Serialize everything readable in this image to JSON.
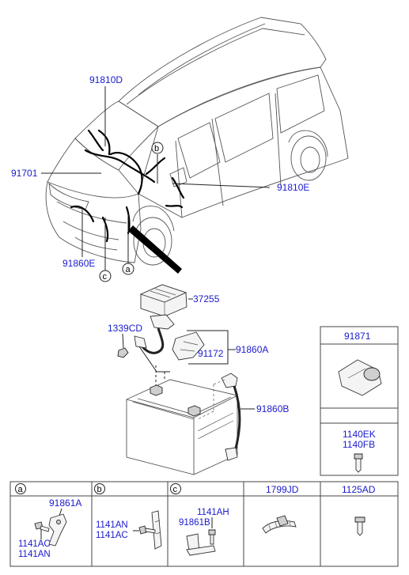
{
  "car_labels": {
    "harness_top": "91810D",
    "harness_main": "91701",
    "harness_door": "91810E",
    "harness_front": "91860E"
  },
  "battery_labels": {
    "relay_box": "37255",
    "grommet": "1339CD",
    "positive_clip": "91172",
    "positive_cable": "91860A",
    "negative_cable": "91860B"
  },
  "callouts": {
    "a": "a",
    "b": "b",
    "c": "c"
  },
  "side_table": {
    "top_header": "91871",
    "bolt_label_1": "1140EK",
    "bolt_label_2": "1140FB"
  },
  "bottom_table": {
    "col_a": {
      "header": "a",
      "part": "91861A",
      "bolt_1": "1141AC",
      "bolt_2": "1141AN"
    },
    "col_b": {
      "header": "b",
      "bolt_1": "1141AN",
      "bolt_2": "1141AC"
    },
    "col_c": {
      "header": "c",
      "bolt": "1141AH",
      "part": "91861B"
    },
    "col_d": {
      "header": "1799JD"
    },
    "col_e": {
      "header": "1125AD"
    }
  }
}
